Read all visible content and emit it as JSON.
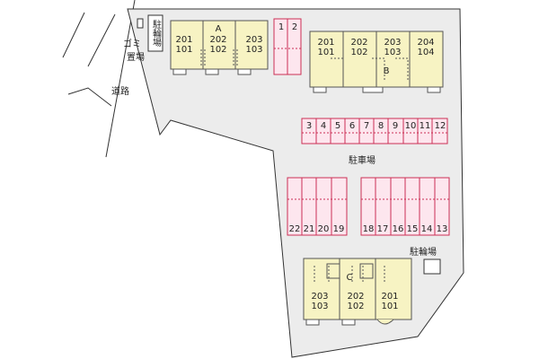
{
  "labels": {
    "road": "道路",
    "garbage_line1": "ゴミ",
    "garbage_line2": "置場",
    "bicycle_left": "駐輪場",
    "bicycle_right": "駐輪場",
    "parking": "駐車場"
  },
  "buildings": [
    {
      "name": "A",
      "units": [
        [
          "201",
          "101"
        ],
        [
          "202",
          "102"
        ],
        [
          "203",
          "103"
        ]
      ]
    },
    {
      "name": "B",
      "units": [
        [
          "201",
          "101"
        ],
        [
          "202",
          "102"
        ],
        [
          "203",
          "103"
        ],
        [
          "204",
          "104"
        ]
      ]
    },
    {
      "name": "C",
      "units": [
        [
          "203",
          "103"
        ],
        [
          "202",
          "102"
        ],
        [
          "201",
          "101"
        ]
      ]
    }
  ],
  "parking_rows": [
    {
      "id": "top-pair",
      "numbers": [
        "1",
        "2"
      ]
    },
    {
      "id": "middle-row",
      "numbers": [
        "3",
        "4",
        "5",
        "6",
        "7",
        "8",
        "9",
        "10",
        "11",
        "12"
      ]
    },
    {
      "id": "lower-left",
      "numbers": [
        "22",
        "21",
        "20",
        "19"
      ]
    },
    {
      "id": "lower-right",
      "numbers": [
        "18",
        "17",
        "16",
        "15",
        "14",
        "13"
      ]
    }
  ],
  "colors": {
    "lot": "#ececec",
    "building": "#f7f3c3",
    "building_stroke": "#555555",
    "parking_fill": "#fde6ee",
    "parking_stroke": "#cc2f55",
    "line": "#333333"
  }
}
